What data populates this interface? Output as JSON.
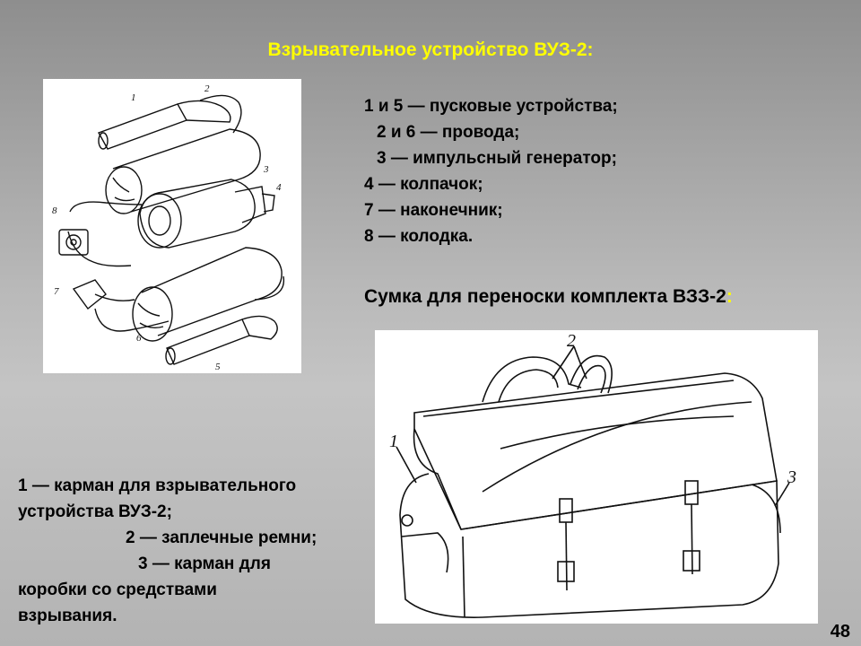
{
  "slide": {
    "title": "Взрывательное устройство ВУЗ-2:",
    "page_number": "48"
  },
  "device_legend": [
    "1 и 5 — пусковые устройства;",
    "2 и 6 — провода;",
    "3 — импульсный генератор;",
    "4 — колпачок;",
    "7 — наконечник;",
    "8 — колодка."
  ],
  "device_figure": {
    "labels": [
      "1",
      "2",
      "3",
      "4",
      "5",
      "6",
      "7",
      "8"
    ]
  },
  "bag_section": {
    "title": "Сумка для переноски комплекта ВЗЗ-2",
    "title_colon": ":",
    "figure_labels": [
      "1",
      "2",
      "3"
    ],
    "legend": [
      "1 — карман для взрывательного",
      "устройства ВУЗ-2;",
      "2 — заплечные ремни;",
      "3 — карман для",
      "коробки со средствами",
      "взрывания."
    ]
  }
}
